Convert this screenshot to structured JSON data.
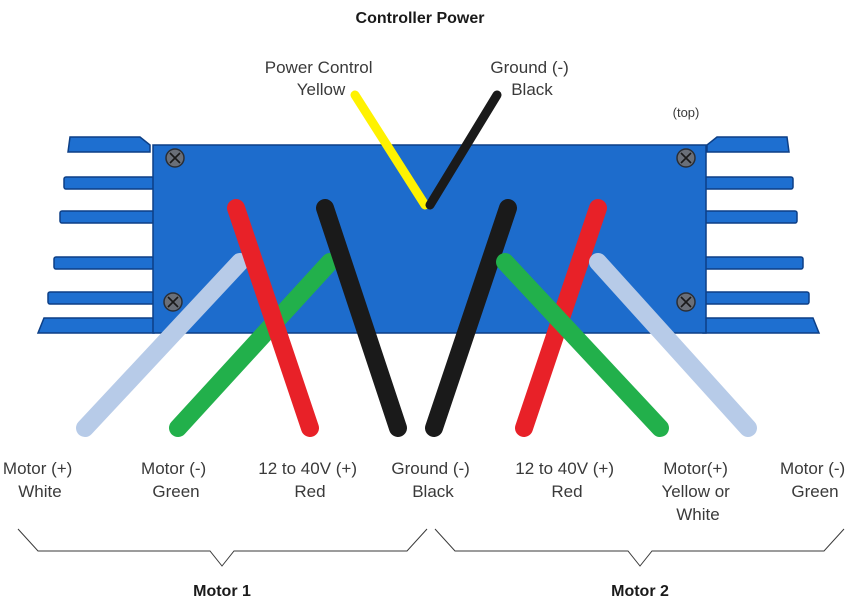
{
  "title": "Controller Power",
  "top_note": "(top)",
  "colors": {
    "heatsink": "#1e6fd0",
    "heatsink_dark": "#0d3f86",
    "body": "#1d6ccc",
    "red": "#e82128",
    "black": "#1a1a1a",
    "green": "#22b04b",
    "light_blue": "#b7cbe8",
    "yellow": "#fff200"
  },
  "power_wires": [
    {
      "line1": "Power Control",
      "line2": "Yellow"
    },
    {
      "line1": "Ground (-)",
      "line2": "Black"
    }
  ],
  "wire_labels": [
    {
      "line1": "Motor (+)",
      "line2": "White",
      "line3": ""
    },
    {
      "line1": "Motor (-)",
      "line2": "Green",
      "line3": ""
    },
    {
      "line1": "12 to 40V (+)",
      "line2": "Red",
      "line3": ""
    },
    {
      "line1": "Ground (-)",
      "line2": "Black",
      "line3": ""
    },
    {
      "line1": "12 to 40V (+)",
      "line2": "Red",
      "line3": ""
    },
    {
      "line1": "Motor(+)",
      "line2": "Yellow or",
      "line3": "White"
    },
    {
      "line1": "Motor (-)",
      "line2": "Green",
      "line3": ""
    }
  ],
  "groups": {
    "motor1": "Motor 1",
    "motor2": "Motor 2"
  }
}
